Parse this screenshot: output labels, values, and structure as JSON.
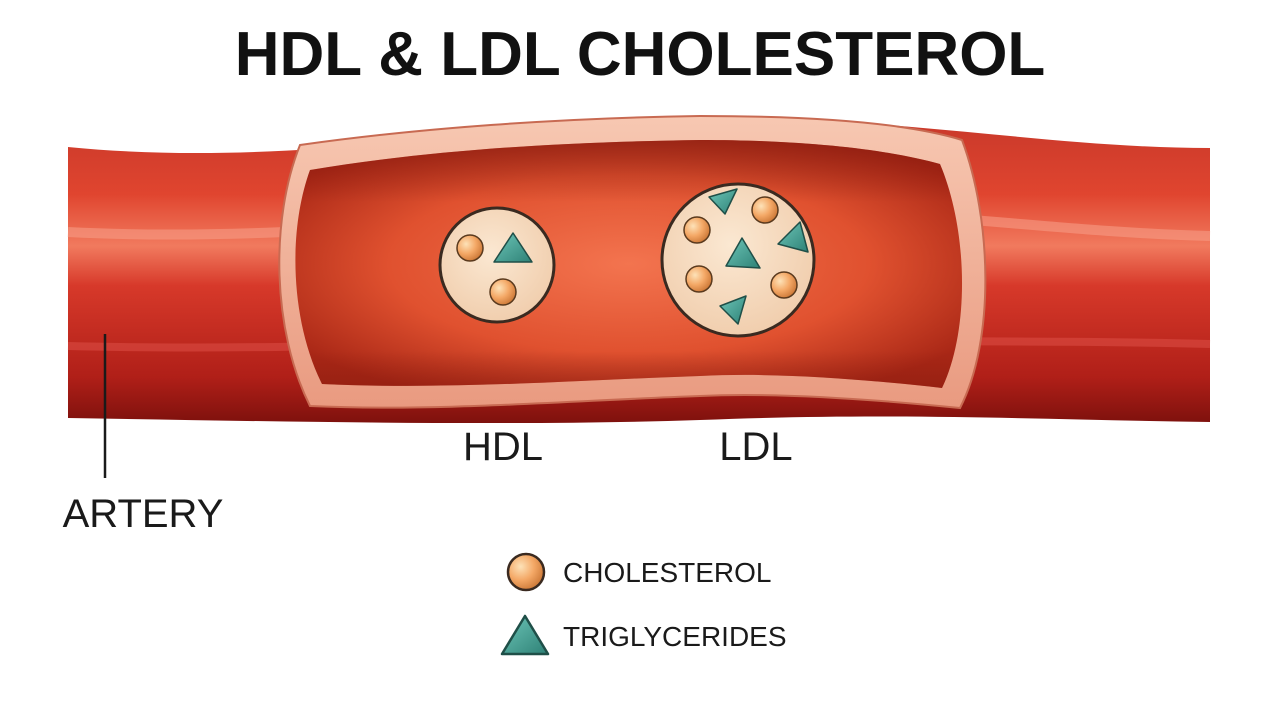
{
  "title": "HDL & LDL CHOLESTEROL",
  "labels": {
    "hdl": "HDL",
    "ldl": "LDL",
    "artery": "ARTERY"
  },
  "legend": {
    "cholesterol": "CHOLESTEROL",
    "triglycerides": "TRIGLYCERIDES"
  },
  "colors": {
    "artery": "#c42a20",
    "artery_dark": "#8e1410",
    "lumen": "#ea5b3d",
    "lumen_dark": "#b8301e",
    "wall": "#f4b39c",
    "particle_fill": "#f7dcc0",
    "cholesterol": "#f0a05a",
    "triglyceride": "#3f9e92"
  }
}
